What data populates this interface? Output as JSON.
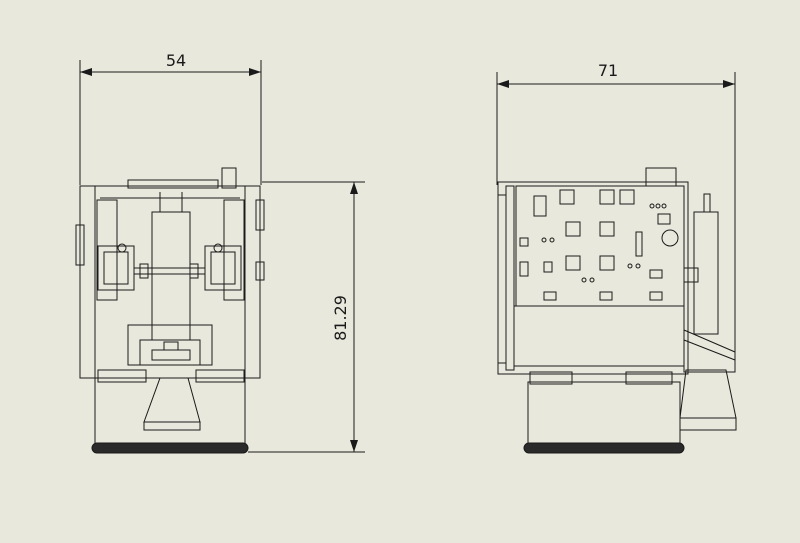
{
  "dimensions": {
    "front_width": "54",
    "side_width": "71",
    "height": "81.29"
  },
  "colors": {
    "background": "#e9e8dc",
    "line": "#1a1a1a",
    "lens_fill": "#2a2a2a"
  }
}
